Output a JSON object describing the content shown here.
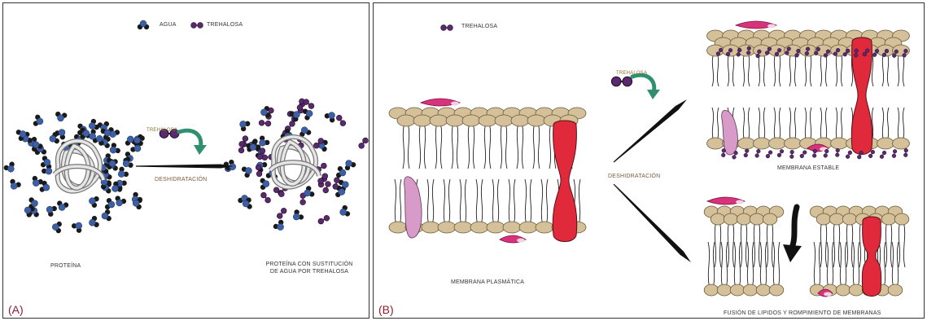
{
  "panel_a": {
    "letter": "(A)",
    "legend": {
      "water_label": "AGUA",
      "trehalose_label": "TREHALOSA"
    },
    "arrow_label": "DESHIDRATACIÓN",
    "arrow_trehalose_label": "TREHALOSA",
    "left_caption": "PROTEÍNA",
    "right_caption_line1": "PROTEÍNA CON SUSTITUCIÓN",
    "right_caption_line2": "DE AGUA POR TREHALOSA"
  },
  "panel_b": {
    "letter": "(B)",
    "legend": {
      "trehalose_label": "TREHALOSA"
    },
    "arrow_label": "DESHIDRATACIÓN",
    "arrow_trehalose_label": "TREHALOSA",
    "left_caption": "MEMBRANA PLASMÁTICA",
    "top_right_caption": "MEMBRANA ESTABLE",
    "bottom_right_caption": "FUSIÓN DE LIPIDOS Y ROMPIMIENTO DE MEMBRANAS"
  },
  "colors": {
    "water_blue": "#3d5fa8",
    "black": "#1a1a1a",
    "trehalose_purple": "#5b2a6e",
    "lipid_head": "#d4c19a",
    "protein_red": "#e02a3c",
    "protein_pink": "#d89ac8",
    "magenta": "#d6337a",
    "curved_arrow_green": "#2f8f6e",
    "letter_red": "#8b1e2d"
  }
}
